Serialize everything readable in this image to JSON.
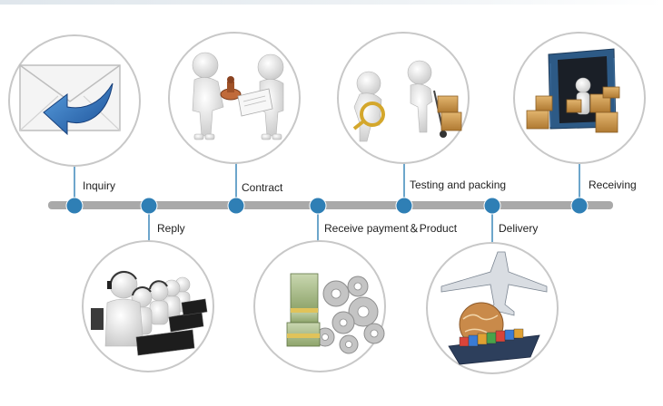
{
  "colors": {
    "timeline": "#a9a9a9",
    "node": "#2f7fb5",
    "connector": "#2f7fb5",
    "circle_border": "#c8c8c8"
  },
  "steps": [
    {
      "label": "Inquiry",
      "icon": "envelope-reply-icon"
    },
    {
      "label": "Reply",
      "icon": "call-center-icon"
    },
    {
      "label": "Contract",
      "icon": "handshake-contract-icon"
    },
    {
      "label": "Receive payment＆Product",
      "icon": "money-gears-icon"
    },
    {
      "label": "Testing and packing",
      "icon": "magnifier-package-icon"
    },
    {
      "label": "Delivery",
      "icon": "plane-ship-globe-icon"
    },
    {
      "label": "Receiving",
      "icon": "warehouse-boxes-icon"
    }
  ]
}
